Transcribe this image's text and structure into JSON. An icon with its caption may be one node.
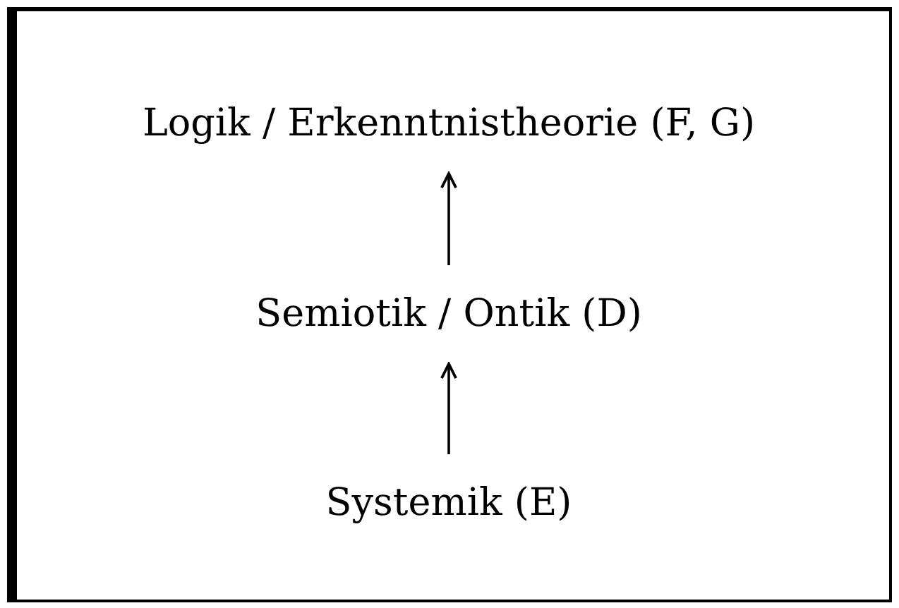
{
  "diagram": {
    "nodes": [
      {
        "text": [
          "Logik / Erkenntnistheorie (F, G)"
        ]
      },
      {
        "text": [
          "Semiotik / Ontik (D)"
        ]
      },
      {
        "text": [
          "Systemik (E)"
        ]
      }
    ],
    "edges": [
      {
        "from": 2,
        "to": 1,
        "arrow": "to"
      },
      {
        "from": 1,
        "to": 0,
        "arrow": "to"
      }
    ]
  }
}
